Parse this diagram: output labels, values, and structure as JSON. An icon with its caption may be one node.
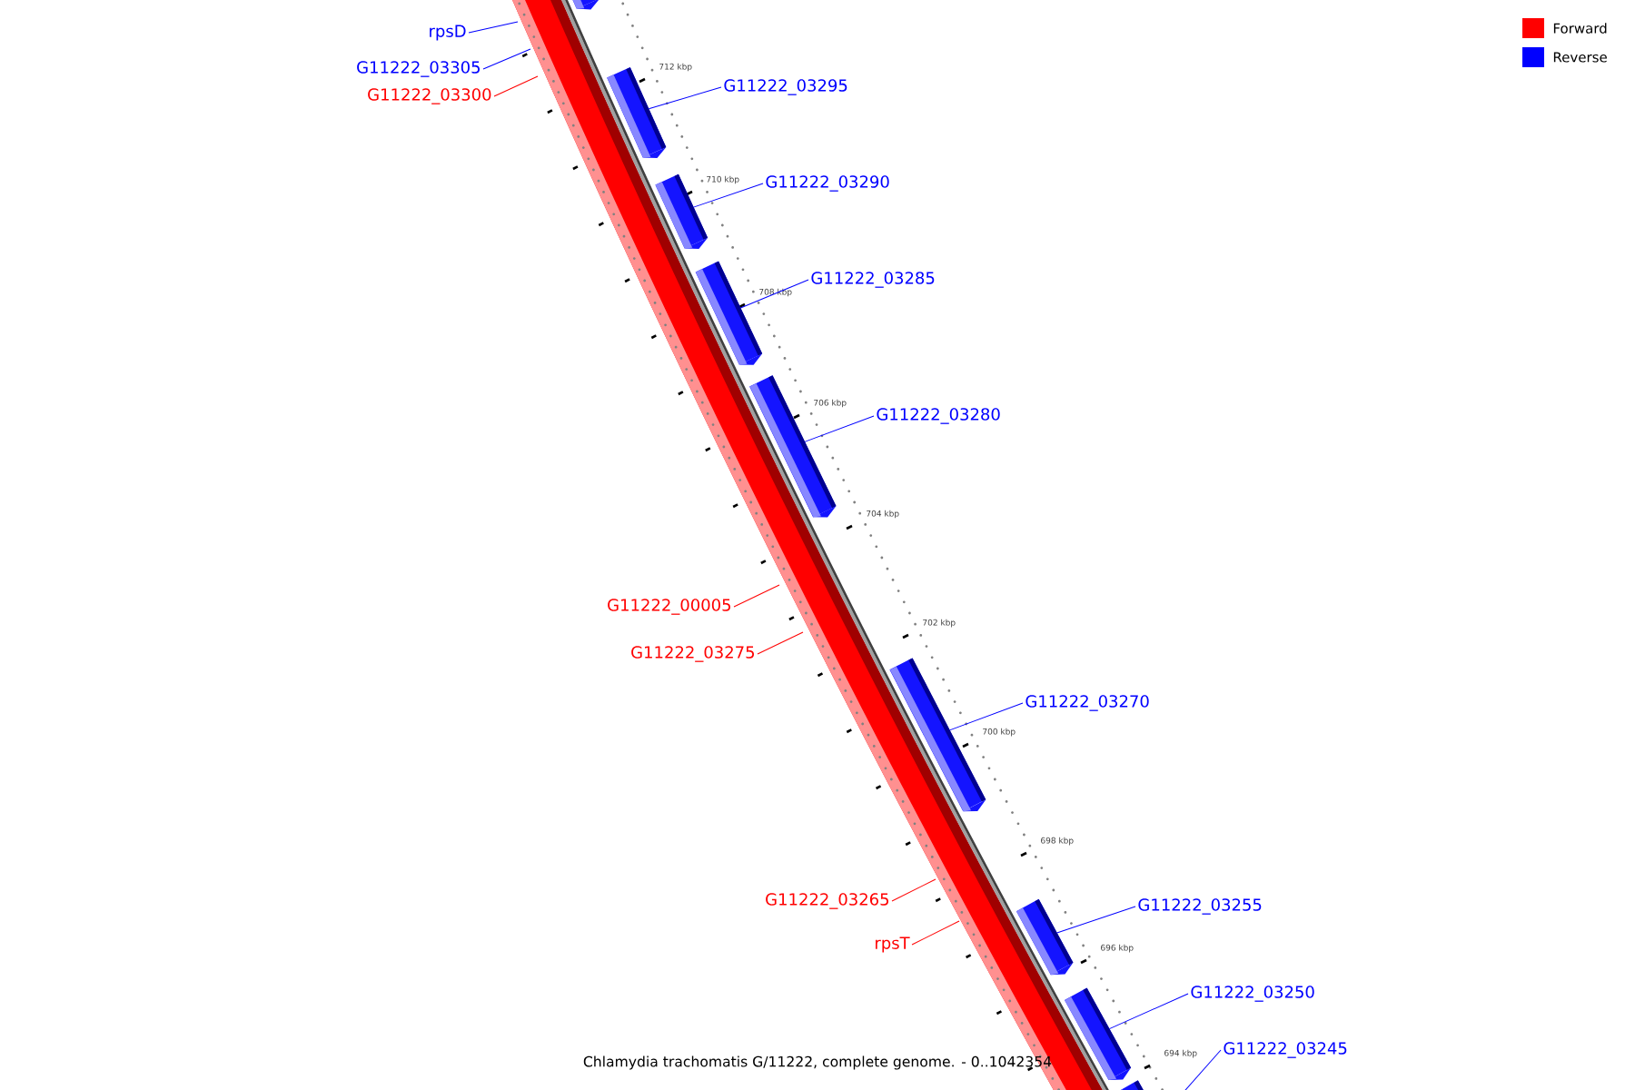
{
  "diagram": {
    "caption": "Chlamydia trachomatis G/11222, complete genome. - 0..1042354",
    "nodes": [
      {
        "text": [
          "rpsD"
        ]
      },
      {
        "text": [
          "G11222_03305"
        ]
      },
      {
        "text": [
          "G11222_03300"
        ]
      },
      {
        "text": [
          "G11222_03295"
        ]
      },
      {
        "text": [
          "G11222_03290"
        ]
      },
      {
        "text": [
          "G11222_03285"
        ]
      },
      {
        "text": [
          "G11222_03280"
        ]
      },
      {
        "text": [
          "G11222_00005"
        ]
      },
      {
        "text": [
          "G11222_03275"
        ]
      },
      {
        "text": [
          "G11222_03270"
        ]
      },
      {
        "text": [
          "G11222_03265"
        ]
      },
      {
        "text": [
          "rpsT"
        ]
      },
      {
        "text": [
          "G11222_03255"
        ]
      },
      {
        "text": [
          "G11222_03250"
        ]
      },
      {
        "text": [
          "G11222_03245"
        ]
      },
      {
        "text": [],
        "shape": "bar"
      },
      {
        "text": [],
        "shape": "bar"
      },
      {
        "text": [],
        "shape": "bar"
      },
      {
        "text": [],
        "shape": "bar"
      },
      {
        "text": [],
        "shape": "bar"
      },
      {
        "text": [],
        "shape": "bar"
      },
      {
        "text": [],
        "shape": "bar"
      },
      {
        "text": [],
        "shape": "bar"
      },
      {
        "text": [],
        "shape": "bar"
      }
    ],
    "edges": [
      {
        "from": 0,
        "to": null,
        "arrow": "none"
      },
      {
        "from": 1,
        "to": null,
        "arrow": "none"
      },
      {
        "from": 2,
        "to": null,
        "arrow": "none",
        "color": "#ff0000"
      },
      {
        "from": 3,
        "to": 16,
        "arrow": "none"
      },
      {
        "from": 4,
        "to": 17,
        "arrow": "none"
      },
      {
        "from": 5,
        "to": 18,
        "arrow": "none"
      },
      {
        "from": 6,
        "to": 19,
        "arrow": "none"
      },
      {
        "from": 7,
        "to": null,
        "arrow": "none",
        "color": "#ff0000"
      },
      {
        "from": 8,
        "to": null,
        "arrow": "none",
        "color": "#ff0000"
      },
      {
        "from": 9,
        "to": 20,
        "arrow": "none"
      },
      {
        "from": 10,
        "to": null,
        "arrow": "none",
        "color": "#ff0000"
      },
      {
        "from": 11,
        "to": null,
        "arrow": "none",
        "color": "#ff0000"
      },
      {
        "from": 12,
        "to": 21,
        "arrow": "none"
      },
      {
        "from": 13,
        "to": 22,
        "arrow": "none"
      },
      {
        "from": 14,
        "to": 23,
        "arrow": "none"
      }
    ],
    "labels": [
      "712 kbp",
      "710 kbp",
      "708 kbp",
      "706 kbp",
      "704 kbp",
      "702 kbp",
      "700 kbp",
      "698 kbp",
      "696 kbp",
      "694 kbp"
    ],
    "legend": [
      {
        "text": "Forward",
        "color": "#ff0000"
      },
      {
        "text": "Reverse",
        "color": "#0000ff"
      }
    ]
  }
}
